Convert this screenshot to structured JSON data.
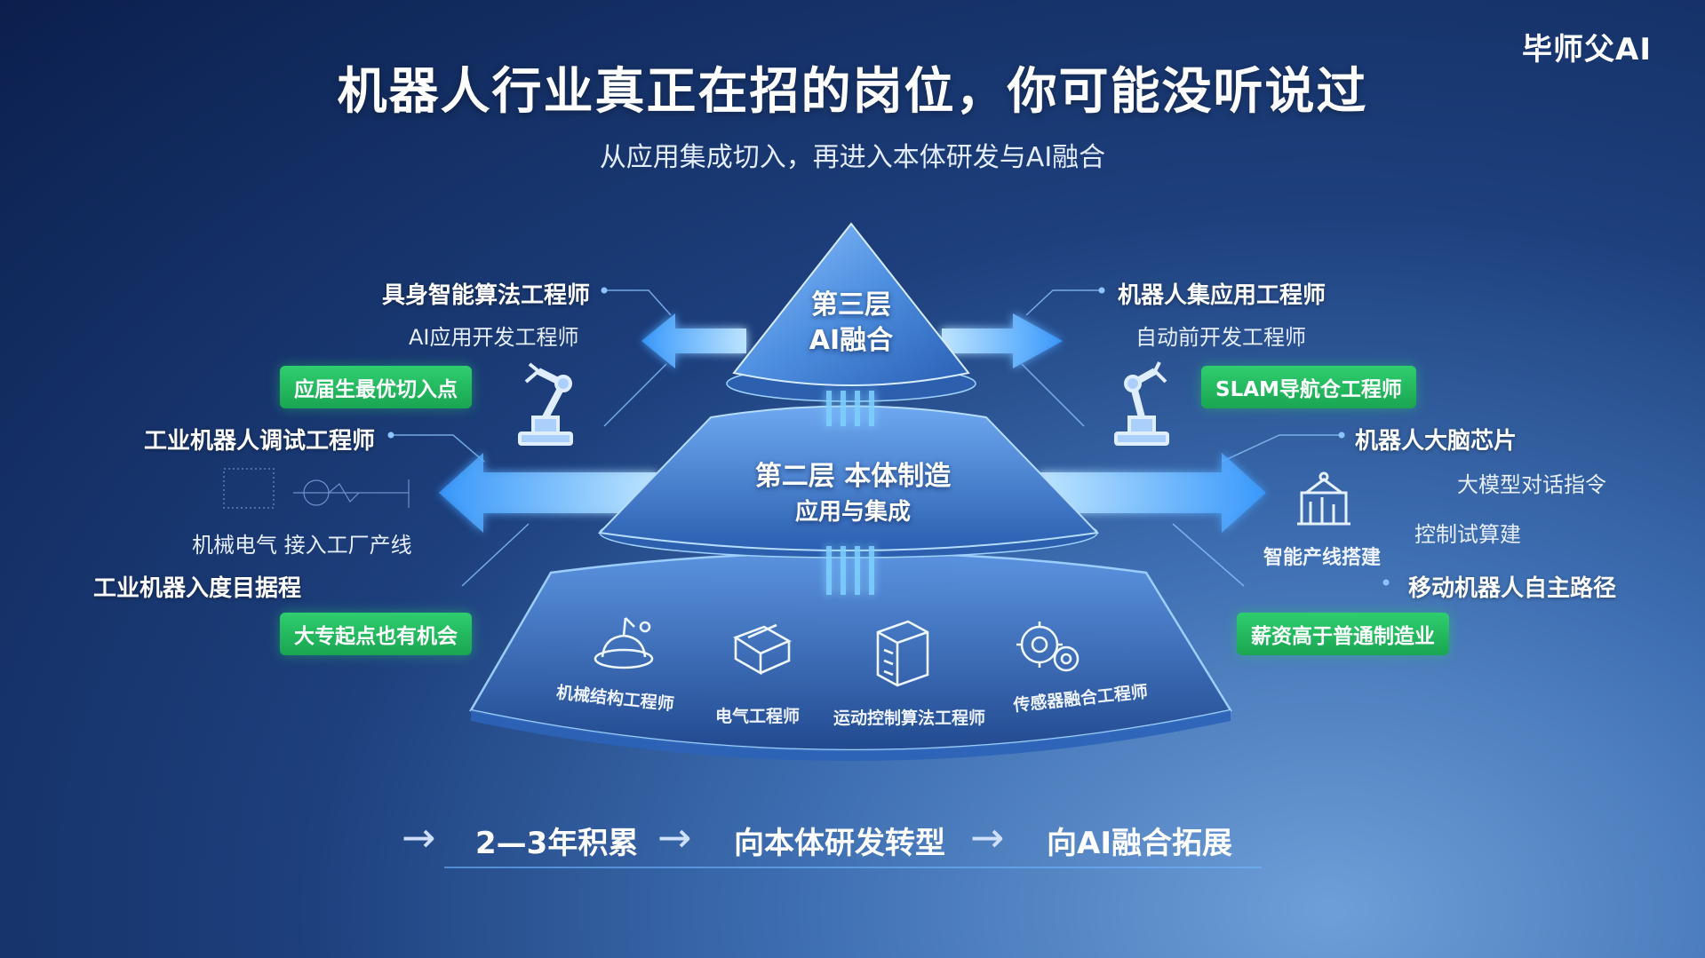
{
  "brand": "毕师父AI",
  "title": "机器人行业真正在招的岗位，你可能没听说过",
  "subtitle": "从应用集成切入，再进入本体研发与AI融合",
  "pyramid": {
    "tier3": {
      "line1": "第三层",
      "line2": "AI融合"
    },
    "tier2": {
      "line1": "第二层  本体制造",
      "line2": "应用与集成"
    },
    "tier1_items": [
      {
        "icon": "mechanical-icon",
        "label": "机械结构工程师"
      },
      {
        "icon": "electrical-icon",
        "label": "电气工程师"
      },
      {
        "icon": "server-icon",
        "label": "运动控制算法工程师"
      },
      {
        "icon": "gears-icon",
        "label": "传感器融合工程师"
      }
    ]
  },
  "left": {
    "role_top": "具身智能算法工程师",
    "role_top_sub": "AI应用开发工程师",
    "badge_top": "应届生最优切入点",
    "role_mid": "工业机器人调试工程师",
    "mid_note": "机械电气 接入工厂产线",
    "role_bottom": "工业机器入度目据程",
    "badge_bottom": "大专起点也有机会"
  },
  "right": {
    "role_top": "机器人集应用工程师",
    "role_top_sub": "自动前开发工程师",
    "badge_top": "SLAM导航仓工程师",
    "role_mid": "机器人大脑芯片",
    "note_1": "大模型对话指令",
    "note_2": "控制试算建",
    "icon_caption": "智能产线搭建",
    "role_bottom": "移动机器人自主路径",
    "badge_bottom": "薪资高于普通制造业"
  },
  "path": {
    "steps": [
      "2—3年积累",
      "向本体研发转型",
      "向AI融合拓展"
    ]
  },
  "colors": {
    "badge_green": "#22b85f",
    "glow_blue": "#5ab8ff",
    "pyramid_face": "#3f7ed0"
  }
}
